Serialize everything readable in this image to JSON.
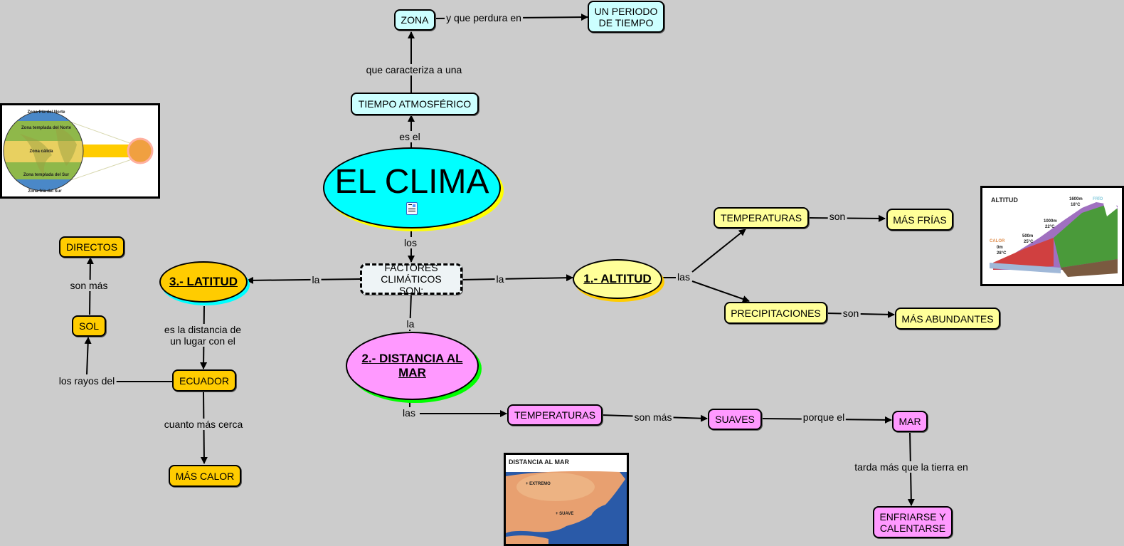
{
  "title": "EL CLIMA",
  "colors": {
    "background": "#cccccc",
    "main": "#00ffff",
    "main_shadow": "#ffff00",
    "light_cyan": "#ccffff",
    "yellow_light": "#ffff99",
    "altitud_shadow": "#ffcc00",
    "orange": "#ffcc00",
    "latitud_shadow": "#00ffff",
    "pink": "#ff99ff",
    "distancia_shadow": "#00ff00",
    "factores": "#eef4f6"
  },
  "nodes": {
    "el_clima": "EL CLIMA",
    "tiempo": "TIEMPO ATMOSFÉRICO",
    "zona": "ZONA",
    "periodo": "UN PERIODO DE TIEMPO",
    "factores": "FACTORES CLIMÁTICOS SON:",
    "altitud": "1.- ALTITUD",
    "temp_alt": "TEMPERATURAS",
    "mas_frias": "MÁS FRÍAS",
    "precip": "PRECIPITACIONES",
    "mas_abund": "MÁS ABUNDANTES",
    "distancia": "2.- DISTANCIA AL MAR",
    "temp_mar": "TEMPERATURAS",
    "suaves": "SUAVES",
    "mar": "MAR",
    "enfriarse": "ENFRIARSE Y CALENTARSE",
    "latitud": "3.- LATITUD",
    "ecuador": "ECUADOR",
    "mas_calor": "MÁS CALOR",
    "sol": "SOL",
    "directos": "DIRECTOS"
  },
  "links": {
    "es_el": "es el",
    "que_caracteriza": "que caracteriza a una",
    "y_que_perdura": "y que perdura en",
    "los": "los",
    "la_right": "la",
    "la_left": "la",
    "la_down": "la",
    "las_alt": "las",
    "son_frias": "son",
    "son_abund": "son",
    "las_mar": "las",
    "son_mas_mar": "son más",
    "porque_el": "porque el",
    "tarda": "tarda más que la tierra en",
    "es_la_distancia": "es la distancia de un lugar con el",
    "cuanto": "cuanto más cerca",
    "los_rayos": "los rayos del",
    "son_mas_sol": "son más"
  },
  "images": {
    "latitud": {
      "labels": [
        "Zona fría del Norte",
        "Zona templada del Norte",
        "Zona cálida",
        "Zona templada del Sur",
        "Zona fría del Sur"
      ]
    },
    "altitud": {
      "title": "ALTITUD",
      "labels": [
        "1600m",
        "18°C",
        "FRÍO",
        "1000m",
        "22°C",
        "500m",
        "25°C",
        "CALOR",
        "0m",
        "28°C"
      ]
    },
    "distancia": {
      "title": "DISTANCIA AL MAR",
      "labels": [
        "+ EXTREMO",
        "+ SUAVE"
      ]
    }
  },
  "icons": {
    "resource": "document-image-icon"
  }
}
